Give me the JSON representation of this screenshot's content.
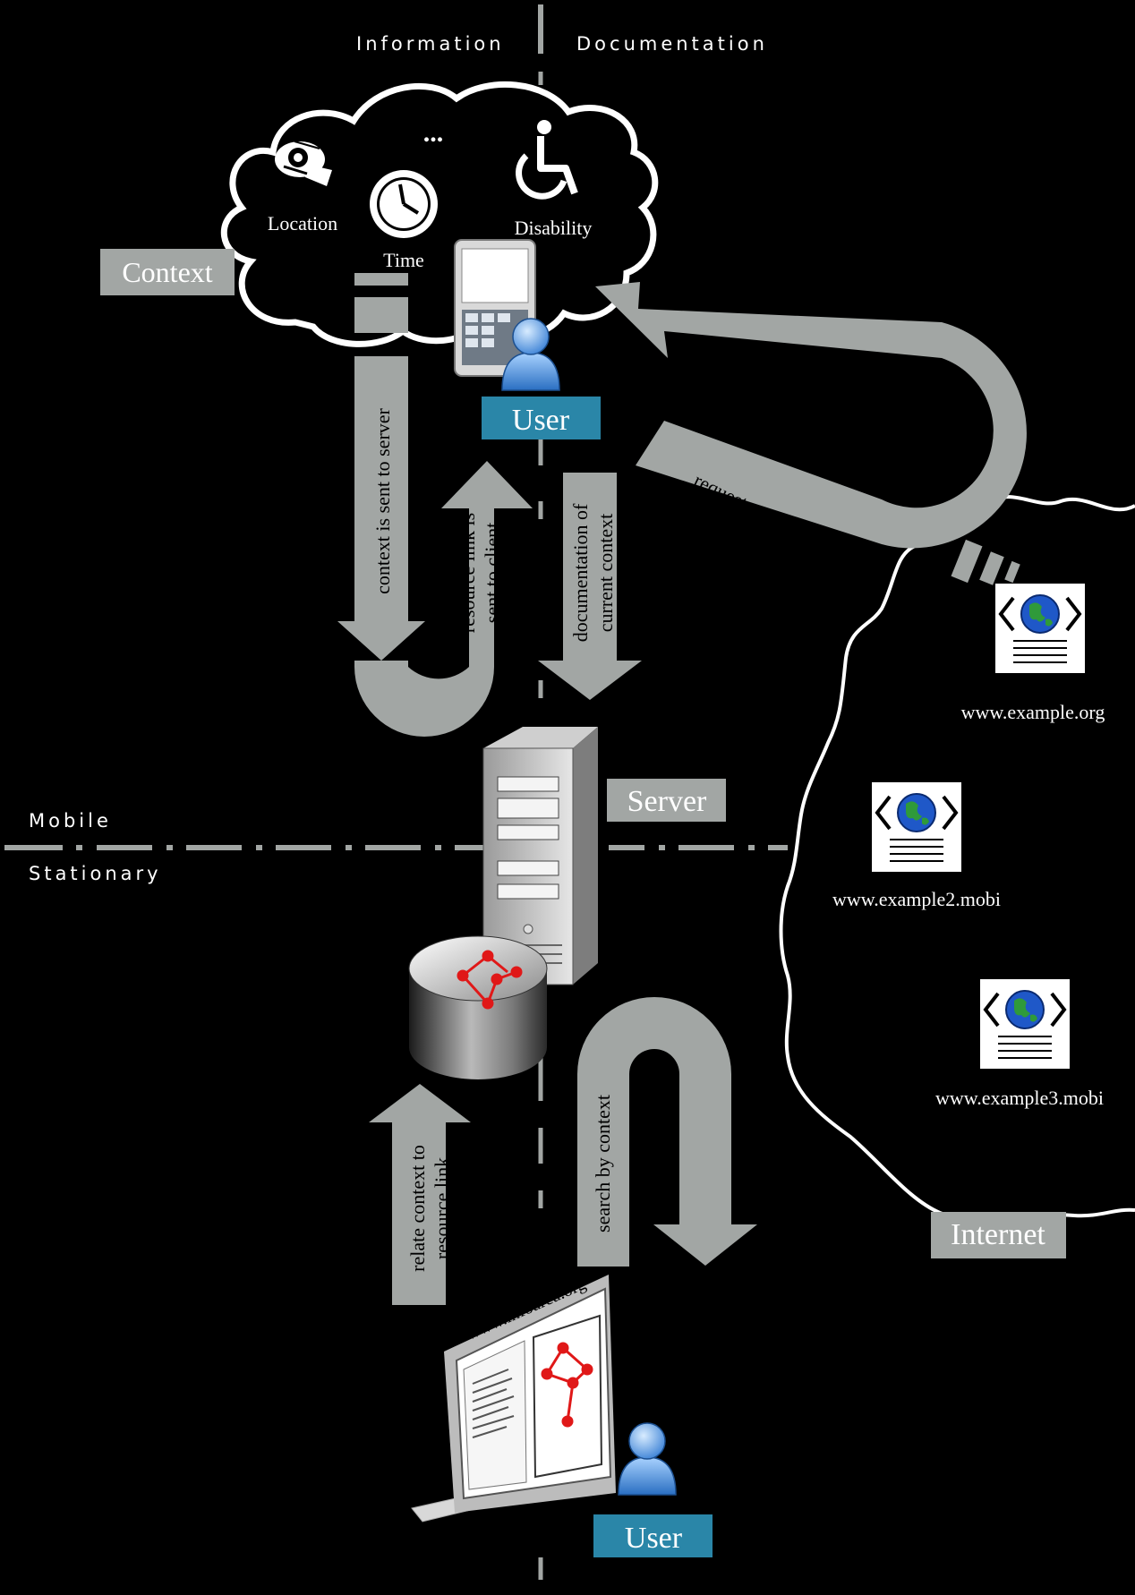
{
  "quadrants": {
    "information": "Information",
    "documentation": "Documentation",
    "mobile": "Mobile",
    "stationary": "Stationary"
  },
  "context": {
    "box_label": "Context",
    "items": {
      "location": "Location",
      "time": "Time",
      "disability": "Disability",
      "more": "..."
    }
  },
  "nodes": {
    "mobile_user": "User",
    "server": "Server",
    "internet": "Internet",
    "stationary_user": "User",
    "monitor_site": "www.infoarea.org"
  },
  "arrows": {
    "context_sent": "context is sent to server",
    "resource_link_1": "resource link is",
    "resource_link_2": "sent to client",
    "documentation_1": "documentation of",
    "documentation_2": "current context",
    "request_resource": "request resource",
    "relate_1": "relate context to",
    "relate_2": "resource link",
    "search": "search by context"
  },
  "websites": [
    {
      "url": "www.example.org"
    },
    {
      "url": "www.example2.mobi"
    },
    {
      "url": "www.example3.mobi"
    }
  ],
  "colors": {
    "background": "#000000",
    "arrow_gray": "#a2a6a4",
    "label_gray": "#a2a6a4",
    "user_blue": "#2a86a8",
    "graph_red": "#e01818",
    "globe_blue": "#1f58c8",
    "globe_green": "#2f9a3a"
  },
  "icons": [
    "location-icon",
    "clock-icon",
    "wheelchair-icon",
    "phone-icon",
    "user-icon",
    "server-icon",
    "database-icon",
    "monitor-icon",
    "globe-icon"
  ]
}
